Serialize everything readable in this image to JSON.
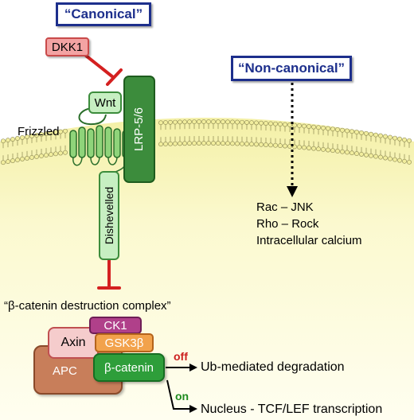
{
  "canonical_title": "“Canonical”",
  "noncanonical_title": "“Non-canonical”",
  "proteins": {
    "dkk1": "DKK1",
    "wnt": "Wnt",
    "frizzled": "Frizzled",
    "lrp": "LRP-5/6",
    "dishevelled": "Dishevelled",
    "ck1": "CK1",
    "axin": "Axin",
    "gsk3b": "GSK3β",
    "apc": "APC",
    "beta_catenin": "β-catenin"
  },
  "destruction_complex_label": "“β-catenin destruction complex”",
  "outcomes": {
    "off_label": "off",
    "off_target": "Ub-mediated degradation",
    "on_label": "on",
    "on_target": "Nucleus - TCF/LEF transcription"
  },
  "noncanonical_targets": [
    "Rac – JNK",
    "Rho – Rock",
    "Intracellular calcium"
  ],
  "colors": {
    "title_border": "#1d2f8c",
    "inhibition": "#d42020",
    "off": "#cc1f1f",
    "on": "#1f8c1f",
    "membrane": "#f2ee9e",
    "cytoplasm": "#fbf9cf"
  }
}
